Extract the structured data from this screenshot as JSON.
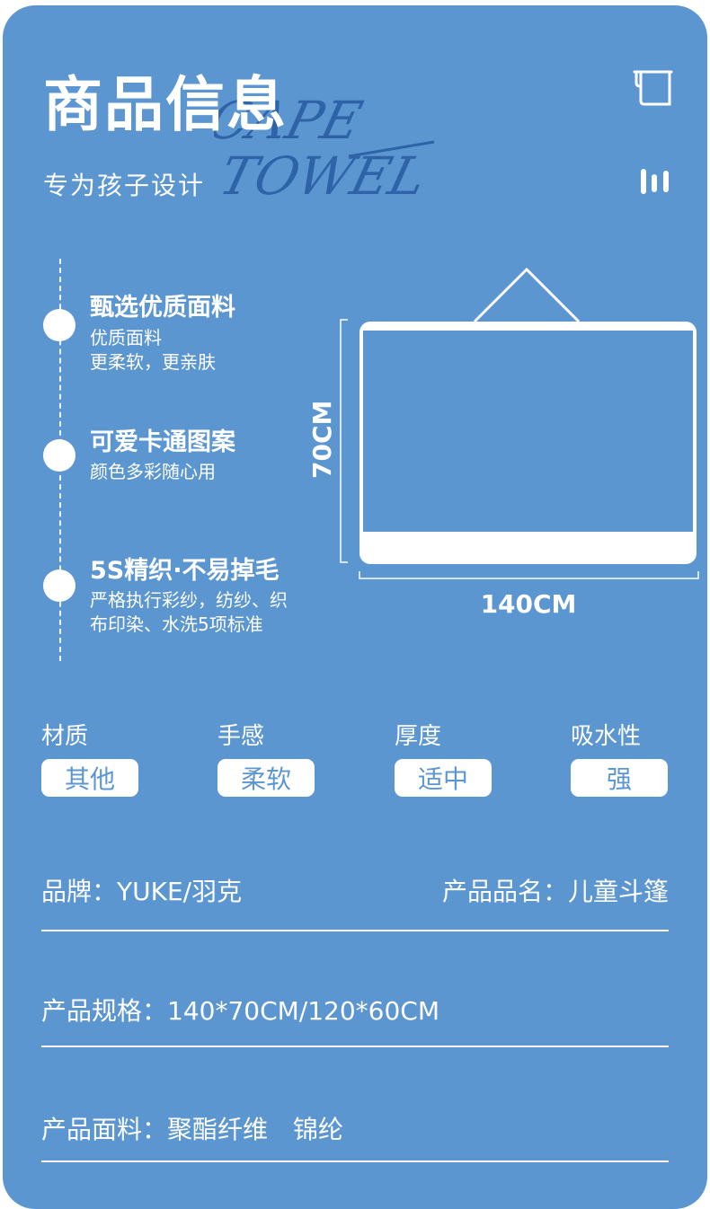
{
  "header": {
    "title": "商品信息",
    "subtitle": "专为孩子设计",
    "watermark_line1": "CAPE",
    "watermark_line2": "TOWEL"
  },
  "icons": [
    "towel-icon",
    "pause-bars-icon"
  ],
  "features": [
    {
      "title": "甄选优质面料",
      "desc1": "优质面料",
      "desc2": "更柔软，更亲肤"
    },
    {
      "title": "可爱卡通图案",
      "desc1": "颜色多彩随心用"
    },
    {
      "title": "5S精织·不易掉毛",
      "desc1": "严格执行彩纱，纺纱、织",
      "desc2": "布印染、水洗5项标准"
    }
  ],
  "diagram": {
    "height_label": "70CM",
    "width_label": "140CM"
  },
  "attributes": [
    {
      "label": "材质",
      "value": "其他"
    },
    {
      "label": "手感",
      "value": "柔软"
    },
    {
      "label": "厚度",
      "value": "适中"
    },
    {
      "label": "吸水性",
      "value": "强"
    }
  ],
  "info": {
    "brand": "品牌：YUKE/羽克",
    "product_name": "产品品名：儿童斗篷",
    "spec": "产品规格：140*70CM/120*60CM",
    "fabric": "产品面料：聚酯纤维　锦纶"
  },
  "colors": {
    "background": "#5b96d1",
    "foreground": "#ffffff",
    "watermark": "#2f63a8"
  }
}
